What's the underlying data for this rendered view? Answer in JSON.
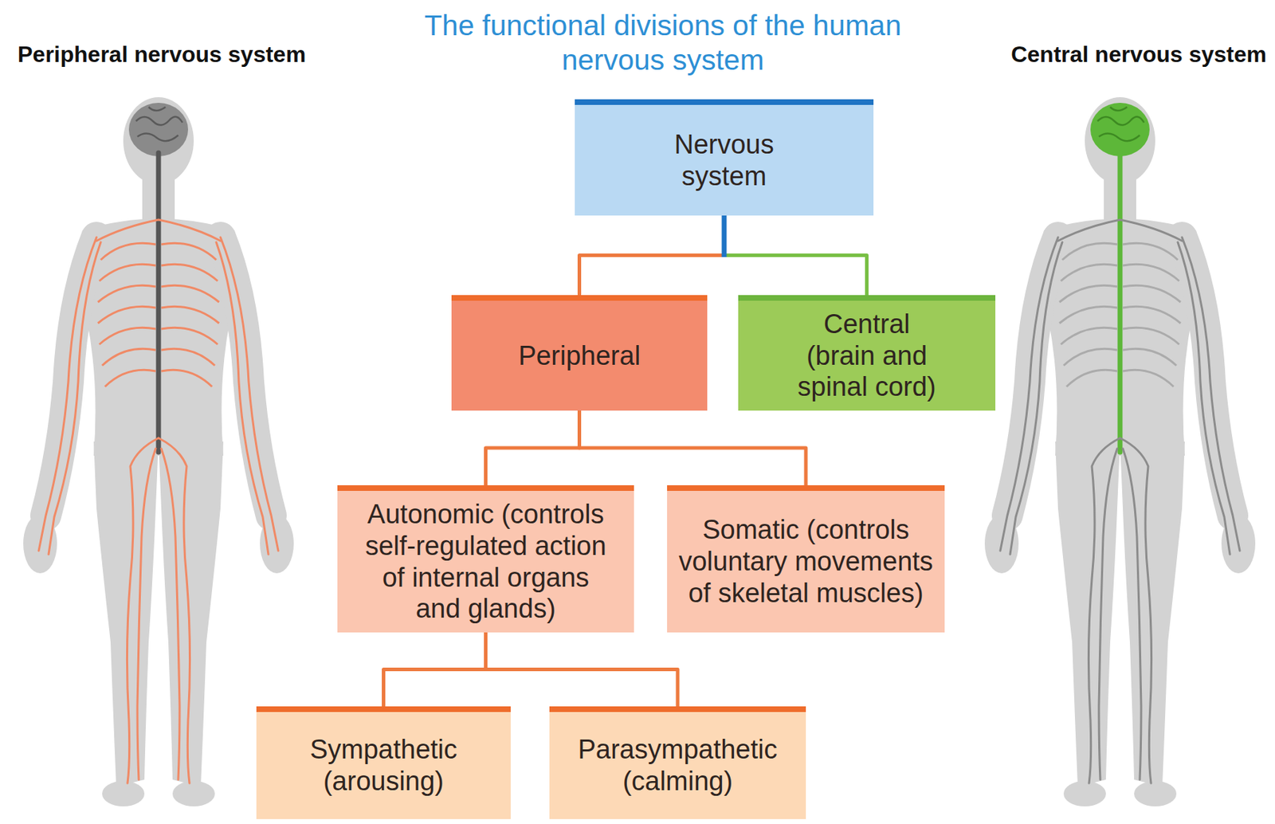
{
  "diagram": {
    "title": "The functional divisions of the human nervous system",
    "nodes": [
      {
        "text": [
          "Nervous system"
        ]
      },
      {
        "text": [
          "Peripheral"
        ]
      },
      {
        "text": [
          "Central (brain and spinal cord)"
        ]
      },
      {
        "text": [
          "Autonomic (controls self-regulated action of internal organs and glands)"
        ]
      },
      {
        "text": [
          "Somatic (controls voluntary movements of skeletal muscles)"
        ]
      },
      {
        "text": [
          "Sympathetic (arousing)"
        ]
      },
      {
        "text": [
          "Parasympathetic (calming)"
        ]
      }
    ],
    "edges": [
      {
        "from": 0,
        "to": 1,
        "arrow": "none"
      },
      {
        "from": 0,
        "to": 2,
        "arrow": "none"
      },
      {
        "from": 1,
        "to": 3,
        "arrow": "none"
      },
      {
        "from": 1,
        "to": 4,
        "arrow": "none"
      },
      {
        "from": 3,
        "to": 5,
        "arrow": "none"
      },
      {
        "from": 3,
        "to": 6,
        "arrow": "none"
      }
    ],
    "labels": [
      "Peripheral nervous system",
      "Central nervous system"
    ]
  }
}
